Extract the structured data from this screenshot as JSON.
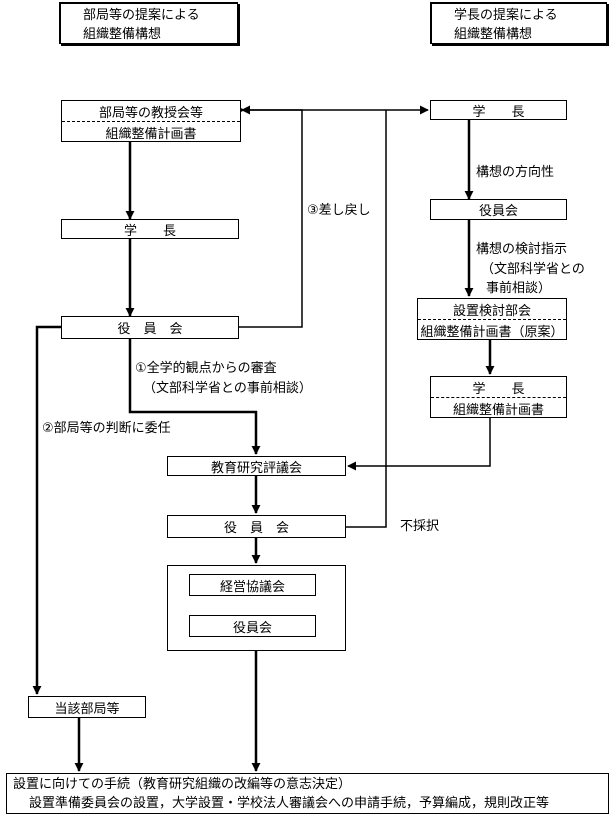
{
  "headers": {
    "left": [
      "部局等の提案による",
      "組織整備構想"
    ],
    "right": [
      "学長の提案による",
      "組織整備構想"
    ]
  },
  "left_flow": {
    "faculty_meeting": "部局等の教授会等",
    "org_plan": "組織整備計画書",
    "president": "学　　長",
    "board": "役　員　会"
  },
  "right_flow": {
    "president": "学　　長",
    "direction": "構想の方向性",
    "board": "役員会",
    "study_instruction": [
      "構想の検討指示",
      "（文部科学省との",
      "事前相談）"
    ],
    "study_committee": "設置検討部会",
    "org_plan_draft": "組織整備計画書（原案）",
    "president2": "学　　長",
    "org_plan": "組織整備計画書"
  },
  "center_flow": {
    "review": [
      "①全学的観点からの審査",
      "（文部科学省との事前相談）"
    ],
    "return": "③差し戻し",
    "delegate": "②部局等の判断に委任",
    "council": "教育研究評議会",
    "board": "役　員　会",
    "reject": "不採択",
    "mgmt_council": "経営協議会",
    "board_inner": "役員会",
    "relevant_dept": "当該部局等"
  },
  "footer": {
    "line1": "設置に向けての手続（教育研究組織の改編等の意志決定）",
    "line2": "設置準備委員会の設置，大学設置・学校法人審議会への申請手続，予算編成，規則改正等"
  }
}
